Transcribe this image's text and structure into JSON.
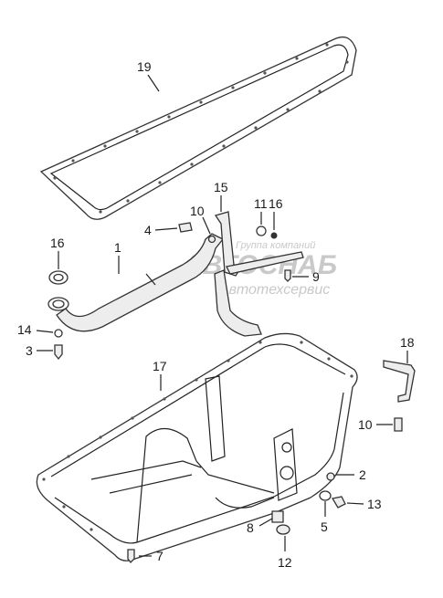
{
  "diagram": {
    "callouts": [
      {
        "id": "c1",
        "text": "1"
      },
      {
        "id": "c2",
        "text": "2"
      },
      {
        "id": "c3",
        "text": "3"
      },
      {
        "id": "c4",
        "text": "4"
      },
      {
        "id": "c5",
        "text": "5"
      },
      {
        "id": "c7",
        "text": "7"
      },
      {
        "id": "c8",
        "text": "8"
      },
      {
        "id": "c9",
        "text": "9"
      },
      {
        "id": "c10a",
        "text": "10"
      },
      {
        "id": "c10b",
        "text": "10"
      },
      {
        "id": "c11",
        "text": "11"
      },
      {
        "id": "c12",
        "text": "12"
      },
      {
        "id": "c13",
        "text": "13"
      },
      {
        "id": "c14",
        "text": "14"
      },
      {
        "id": "c15",
        "text": "15"
      },
      {
        "id": "c16a",
        "text": "16"
      },
      {
        "id": "c16b",
        "text": "16"
      },
      {
        "id": "c17",
        "text": "17"
      },
      {
        "id": "c18",
        "text": "18"
      },
      {
        "id": "c19",
        "text": "19"
      }
    ]
  },
  "watermark": {
    "line1": "Группа компаний",
    "line2": "АВТОСНАБ",
    "line3": "Автотехсервис"
  }
}
